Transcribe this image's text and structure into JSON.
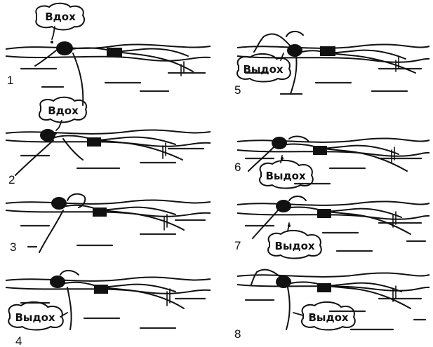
{
  "frames": [
    {
      "number": "1",
      "bubble": "Вдох"
    },
    {
      "number": "2",
      "bubble": "Вдох"
    },
    {
      "number": "3",
      "bubble": ""
    },
    {
      "number": "4",
      "bubble": "Выдох"
    },
    {
      "number": "5",
      "bubble": "Выдох"
    },
    {
      "number": "6",
      "bubble": "Выдох"
    },
    {
      "number": "7",
      "bubble": "Выдох"
    },
    {
      "number": "8",
      "bubble": "Выдох"
    }
  ]
}
